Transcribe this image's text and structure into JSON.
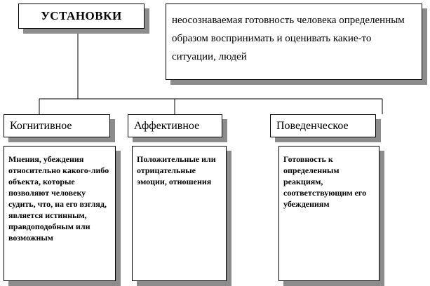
{
  "diagram": {
    "title": "УСТАНОВКИ",
    "definition": "неосознаваемая готовность человека определенным образом воспринимать и оценивать какие-то ситуации, людей",
    "categories": [
      {
        "label": "Когнитивное",
        "description": "Мнения, убеждения относительно какого-либо объекта, которые позволяют человеку судить, что, на его взгляд, является истинным, правдоподобным или возможным"
      },
      {
        "label": "Аффективное",
        "description": "Положительные или отрицательные эмоции, отношения"
      },
      {
        "label": "Поведенческое",
        "description": "Готовность к определенным реакциям, соответствующим его убеждениям"
      }
    ]
  }
}
